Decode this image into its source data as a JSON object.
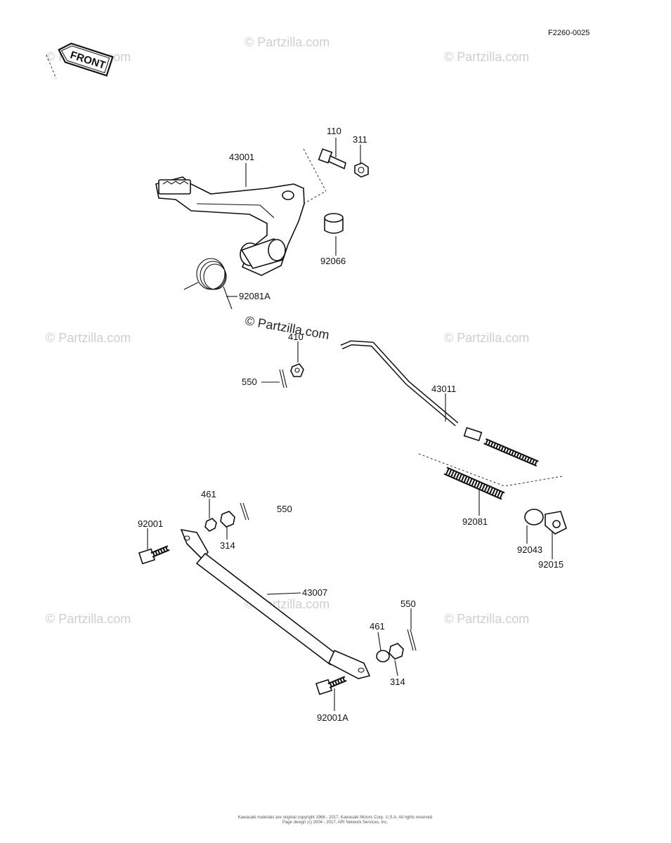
{
  "diagram_code": "F2260-0025",
  "front_label": "FRONT",
  "watermark_text": "© Partzilla.com",
  "parts": [
    {
      "id": "p43001",
      "label": "43001"
    },
    {
      "id": "p110",
      "label": "110"
    },
    {
      "id": "p311",
      "label": "311"
    },
    {
      "id": "p92066",
      "label": "92066"
    },
    {
      "id": "p92081A",
      "label": "92081A"
    },
    {
      "id": "p410",
      "label": "410"
    },
    {
      "id": "p550a",
      "label": "550"
    },
    {
      "id": "p43011",
      "label": "43011"
    },
    {
      "id": "p92081",
      "label": "92081"
    },
    {
      "id": "p92043",
      "label": "92043"
    },
    {
      "id": "p92015",
      "label": "92015"
    },
    {
      "id": "p461a",
      "label": "461"
    },
    {
      "id": "p314a",
      "label": "314"
    },
    {
      "id": "p550b",
      "label": "550"
    },
    {
      "id": "p92001",
      "label": "92001"
    },
    {
      "id": "p43007",
      "label": "43007"
    },
    {
      "id": "p550c",
      "label": "550"
    },
    {
      "id": "p461b",
      "label": "461"
    },
    {
      "id": "p314b",
      "label": "314"
    },
    {
      "id": "p92001A",
      "label": "92001A"
    }
  ],
  "footer": {
    "line1": "Kawasaki materials are original copyright 1966 - 2017, Kawasaki Motors Corp. U.S.A. All rights reserved",
    "line2": "Page design (c) 2004 - 2017, ARI Network Services, Inc."
  }
}
